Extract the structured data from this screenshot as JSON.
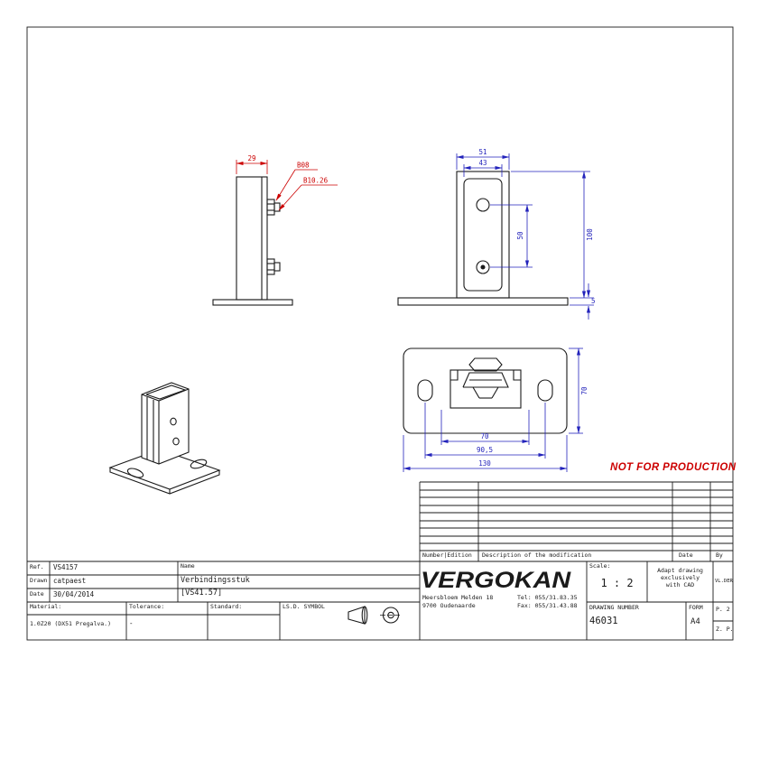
{
  "stamp": {
    "not_for_production": "NOT FOR PRODUCTION"
  },
  "dimensions": {
    "side_width": "29",
    "bolt_label_1": "B08",
    "bolt_label_2": "B10.26",
    "front_outer_width": "51",
    "front_inner_width": "43",
    "front_height": "100",
    "front_hole_spacing": "50",
    "plate_thickness": "5",
    "plan_depth": "70",
    "plan_inner_spacing": "70",
    "plan_slot_spacing": "90,5",
    "plan_total_width": "130"
  },
  "revision_table": {
    "col_number": "Number|Edition",
    "col_description": "Description of the modification",
    "col_date": "Date",
    "col_by": "By"
  },
  "title_block": {
    "ref_label": "Ref.",
    "ref_value": "VS4157",
    "drawn_label": "Drawn",
    "drawn_value": "catpaest",
    "date_label": "Date",
    "date_value": "30/04/2014",
    "name_label": "Name",
    "part_name": "Verbindingsstuk",
    "part_code": "[VS41.57]",
    "material_label": "Material:",
    "material_value": "1.0Z20 (DX51 Pregalva.)",
    "tolerance_label": "Tolerance:",
    "tolerance_value": "-",
    "standard_label": "Standard:",
    "lsd_symbol_label": "LS.D. SYMBOL",
    "logo": "VERGOKAN",
    "address_line1": "Meersbloem Melden 18",
    "address_line2": "9700 Oudenaarde",
    "tel": "Tel: 055/31.83.35",
    "fax": "Fax: 055/31.43.88",
    "scale_label": "Scale:",
    "scale_value": "1 : 2",
    "cad_note": "Adapt drawing\nexclusively\nwith CAD",
    "approved": "VL.DER",
    "drawing_number_label": "DRAWING NUMBER",
    "drawing_number": "46031",
    "form_label": "FORM",
    "form_value": "A4",
    "page_ref_top": "P. 2",
    "page_ref_bottom": "Z. P."
  },
  "colors": {
    "line": "#1a1a1a",
    "dimension_blue": "#2323bb",
    "accent_red": "#cc0000"
  }
}
